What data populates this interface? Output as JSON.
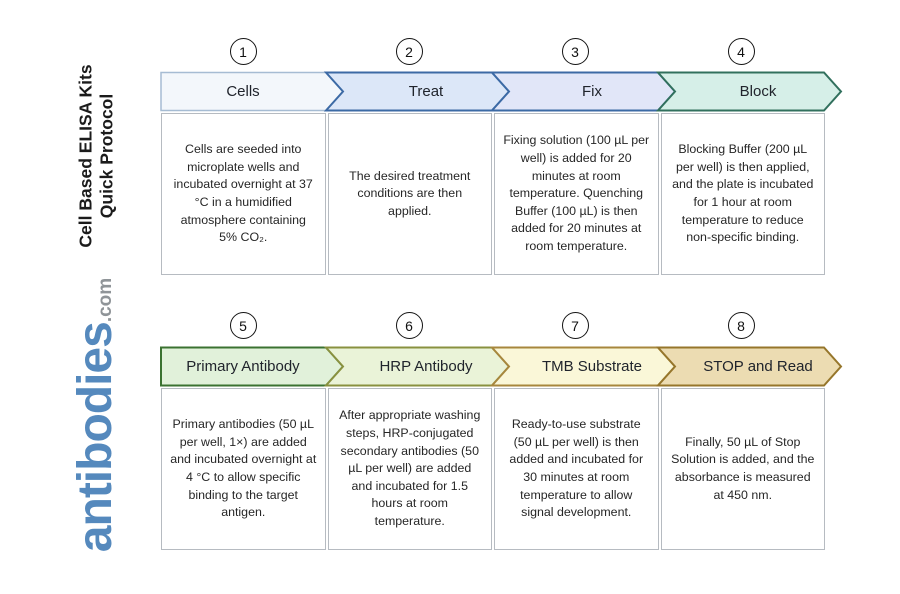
{
  "page": {
    "background": "#ffffff"
  },
  "sidebar": {
    "title_line1": "Cell Based ELISA Kits",
    "title_line2": "Quick Protocol",
    "logo_text": "antibodies",
    "logo_suffix": ".com",
    "logo_color": "#5589bd",
    "logo_suffix_color": "#8f9498"
  },
  "steps": [
    {
      "number": "1",
      "label": "Cells",
      "description": "Cells are seeded into microplate wells and incubated overnight at 37 °C in a humidified atmosphere containing 5% CO₂.",
      "fill": "#f3f7fb",
      "stroke": "#a6bcd3"
    },
    {
      "number": "2",
      "label": "Treat",
      "description": "The desired treatment conditions are then applied.",
      "fill": "#dce7f8",
      "stroke": "#3c6aa5"
    },
    {
      "number": "3",
      "label": "Fix",
      "description": "Fixing solution (100 µL per well) is added for 20 minutes at room temperature. Quenching Buffer (100 µL) is then added for 20 minutes at room temperature.",
      "fill": "#e1e6f8",
      "stroke": "#3c6aa5"
    },
    {
      "number": "4",
      "label": "Block",
      "description": "Blocking Buffer (200 µL per well) is then applied, and the plate is incubated for 1 hour at room temperature to reduce non-specific binding.",
      "fill": "#d6efe8",
      "stroke": "#31705d"
    },
    {
      "number": "5",
      "label": "Primary Antibody",
      "description": "Primary antibodies (50 µL per well, 1×) are added and incubated overnight at 4 °C to allow specific binding to the target antigen.",
      "fill": "#e1f1da",
      "stroke": "#3b7231"
    },
    {
      "number": "6",
      "label": "HRP Antibody",
      "description": "After appropriate washing steps, HRP-conjugated secondary antibodies (50 µL per well) are added and incubated for 1.5 hours at room temperature.",
      "fill": "#eaf3d8",
      "stroke": "#89913f"
    },
    {
      "number": "7",
      "label": "TMB Substrate",
      "description": "Ready-to-use substrate (50 µL per well) is then added and incubated for 30 minutes at room temperature to allow signal development.",
      "fill": "#faf7d8",
      "stroke": "#a7873d"
    },
    {
      "number": "8",
      "label": "STOP and Read",
      "description": "Finally, 50 µL of Stop Solution is added, and the absorbance is measured at 450 nm.",
      "fill": "#ecdcb2",
      "stroke": "#96762b"
    }
  ]
}
